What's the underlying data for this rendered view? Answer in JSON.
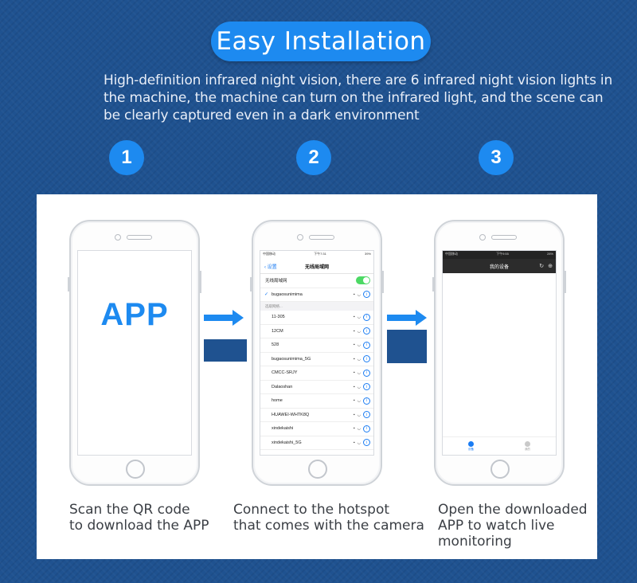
{
  "header": {
    "title": "Easy Installation",
    "description": "High-definition infrared night vision, there are 6 infrared night vision lights in the machine, the machine can turn on the infrared light, and the scene can be clearly captured even in a dark environment"
  },
  "steps": [
    {
      "number": "1",
      "caption_line1": "Scan the QR code",
      "caption_line2": "to download the APP",
      "caption_line3": ""
    },
    {
      "number": "2",
      "caption_line1": "Connect to the hotspot",
      "caption_line2": "that comes with the camera",
      "caption_line3": ""
    },
    {
      "number": "3",
      "caption_line1": "Open the downloaded",
      "caption_line2": "APP to watch live",
      "caption_line3": "monitoring"
    }
  ],
  "phone1": {
    "app_label": "APP"
  },
  "phone2": {
    "status_left": "中国移动",
    "status_time": "下午7:31",
    "status_right": "39%",
    "back_label": "设置",
    "nav_title": "无线局域网",
    "wifi_toggle_label": "无线局域网",
    "connected_network": "bugaosunimima",
    "section_header": "选取网络...",
    "networks": [
      "11-305",
      "12CM",
      "528",
      "bugaosunimima_5G",
      "CMCC-SRJY",
      "Dalaoshan",
      "home",
      "HUAWEI-WHTK8Q",
      "xindekaishi",
      "xindekaishi_5G"
    ]
  },
  "phone3": {
    "status_left": "中国移动",
    "status_time": "下午9:55",
    "status_right": "28%",
    "nav_title": "我的设备",
    "tab1": "设备",
    "tab2": "我的"
  },
  "colors": {
    "accent": "#1d8af0",
    "background": "#1f5290",
    "panel": "#ffffff"
  }
}
